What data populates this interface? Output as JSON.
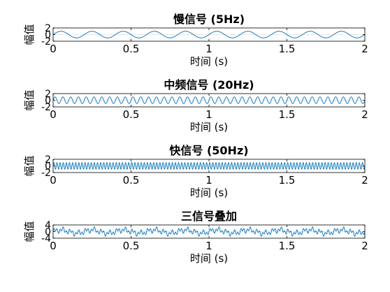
{
  "figure": {
    "background": "#ffffff",
    "line_color": "#0072BD"
  },
  "chart_data": [
    {
      "type": "line",
      "title": "慢信号 (5Hz)",
      "xlabel": "时间 (s)",
      "ylabel": "幅值",
      "xlim": [
        0,
        2
      ],
      "ylim": [
        -2,
        2
      ],
      "xticks": [
        "0",
        "0.5",
        "1",
        "1.5",
        "2"
      ],
      "yticks": [
        "2",
        "0",
        "-2"
      ],
      "grid": true,
      "series": [
        {
          "components": [
            {
              "frequency": 5,
              "amplitude": 1
            }
          ]
        }
      ]
    },
    {
      "type": "line",
      "title": "中频信号 (20Hz)",
      "xlabel": "时间 (s)",
      "ylabel": "幅值",
      "xlim": [
        0,
        2
      ],
      "ylim": [
        -2,
        2
      ],
      "xticks": [
        "0",
        "0.5",
        "1",
        "1.5",
        "2"
      ],
      "yticks": [
        "2",
        "0",
        "-2"
      ],
      "grid": true,
      "series": [
        {
          "components": [
            {
              "frequency": 20,
              "amplitude": 1
            }
          ]
        }
      ]
    },
    {
      "type": "line",
      "title": "快信号 (50Hz)",
      "xlabel": "时间 (s)",
      "ylabel": "幅值",
      "xlim": [
        0,
        2
      ],
      "ylim": [
        -2,
        2
      ],
      "xticks": [
        "0",
        "0.5",
        "1",
        "1.5",
        "2"
      ],
      "yticks": [
        "2",
        "0",
        "-2"
      ],
      "grid": true,
      "series": [
        {
          "components": [
            {
              "frequency": 50,
              "amplitude": 1
            }
          ]
        }
      ]
    },
    {
      "type": "line",
      "title": "三信号叠加",
      "xlabel": "时间 (s)",
      "ylabel": "幅值",
      "xlim": [
        0,
        2
      ],
      "ylim": [
        -4,
        4
      ],
      "xticks": [
        "0",
        "0.5",
        "1",
        "1.5",
        "2"
      ],
      "yticks": [
        "4",
        "0",
        "-4"
      ],
      "grid": true,
      "series": [
        {
          "components": [
            {
              "frequency": 5,
              "amplitude": 1
            },
            {
              "frequency": 20,
              "amplitude": 1
            },
            {
              "frequency": 50,
              "amplitude": 1
            }
          ]
        }
      ]
    }
  ]
}
